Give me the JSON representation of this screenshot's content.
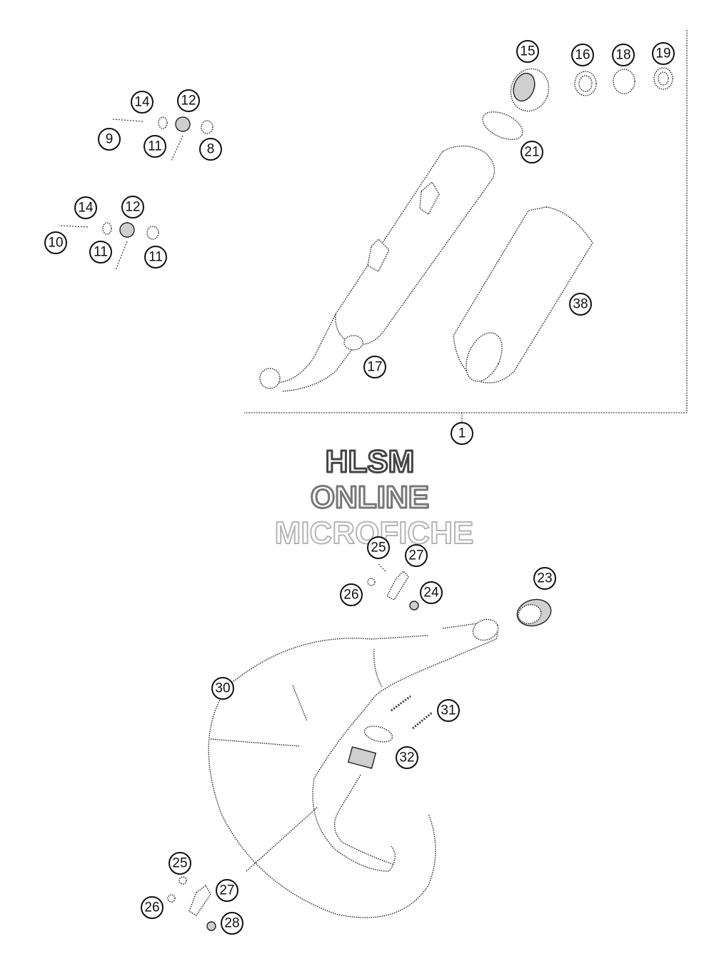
{
  "watermark": {
    "line1": "HLSM",
    "line2": "ONLINE",
    "line3": "MICROFICHE",
    "colors": {
      "line1": "#444444",
      "line2": "#777777",
      "line3": "#b5b5b5"
    }
  },
  "callouts": {
    "c1": "1",
    "c8": "8",
    "c9": "9",
    "c10": "10",
    "c11a": "11",
    "c11b": "11",
    "c11c": "11",
    "c12a": "12",
    "c12b": "12",
    "c14a": "14",
    "c14b": "14",
    "c15": "15",
    "c16": "16",
    "c17": "17",
    "c18": "18",
    "c19": "19",
    "c21": "21",
    "c23": "23",
    "c24": "24",
    "c25a": "25",
    "c25b": "25",
    "c26a": "26",
    "c26b": "26",
    "c27a": "27",
    "c27b": "27",
    "c28": "28",
    "c30": "30",
    "c31": "31",
    "c32": "32",
    "c38": "38"
  }
}
